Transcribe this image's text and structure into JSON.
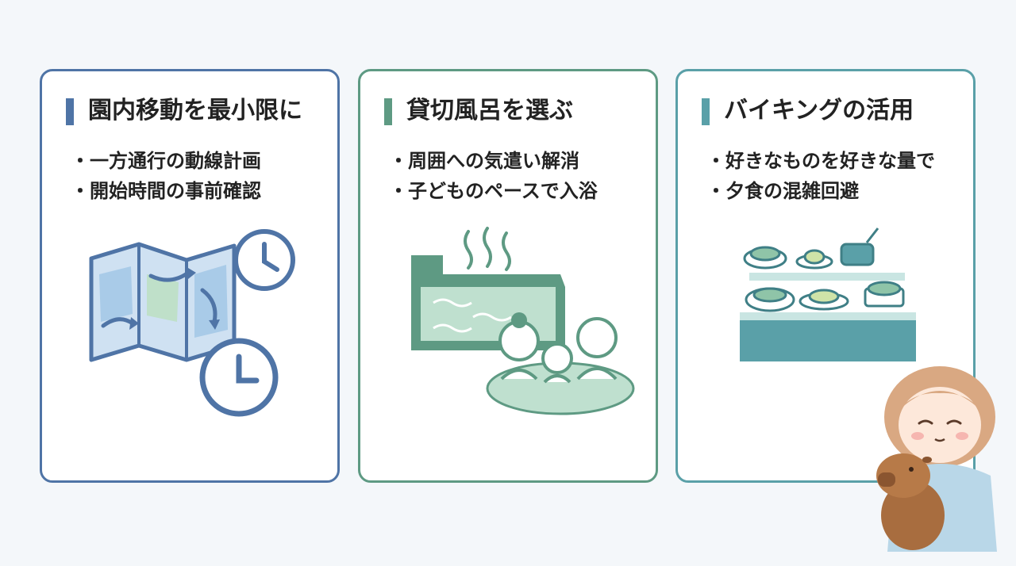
{
  "colors": {
    "blue": "#4f74a6",
    "green": "#5e9a83",
    "teal": "#5aa0a8",
    "background": "#f4f7fa"
  },
  "cards": [
    {
      "title": "園内移動を最小限に",
      "bullets": [
        "一方通行の動線計画",
        "開始時間の事前確認"
      ],
      "illustration": "folded-map-with-clocks"
    },
    {
      "title": "貸切風呂を選ぶ",
      "bullets": [
        "周囲への気遣い解消",
        "子どものペースで入浴"
      ],
      "illustration": "family-bathing-in-private-bath"
    },
    {
      "title": "バイキングの活用",
      "bullets": [
        "好きなものを好きな量で",
        "夕食の混雑回避"
      ],
      "illustration": "buffet-counter-with-dishes"
    }
  ],
  "mascot": "girl-hugging-capybara"
}
